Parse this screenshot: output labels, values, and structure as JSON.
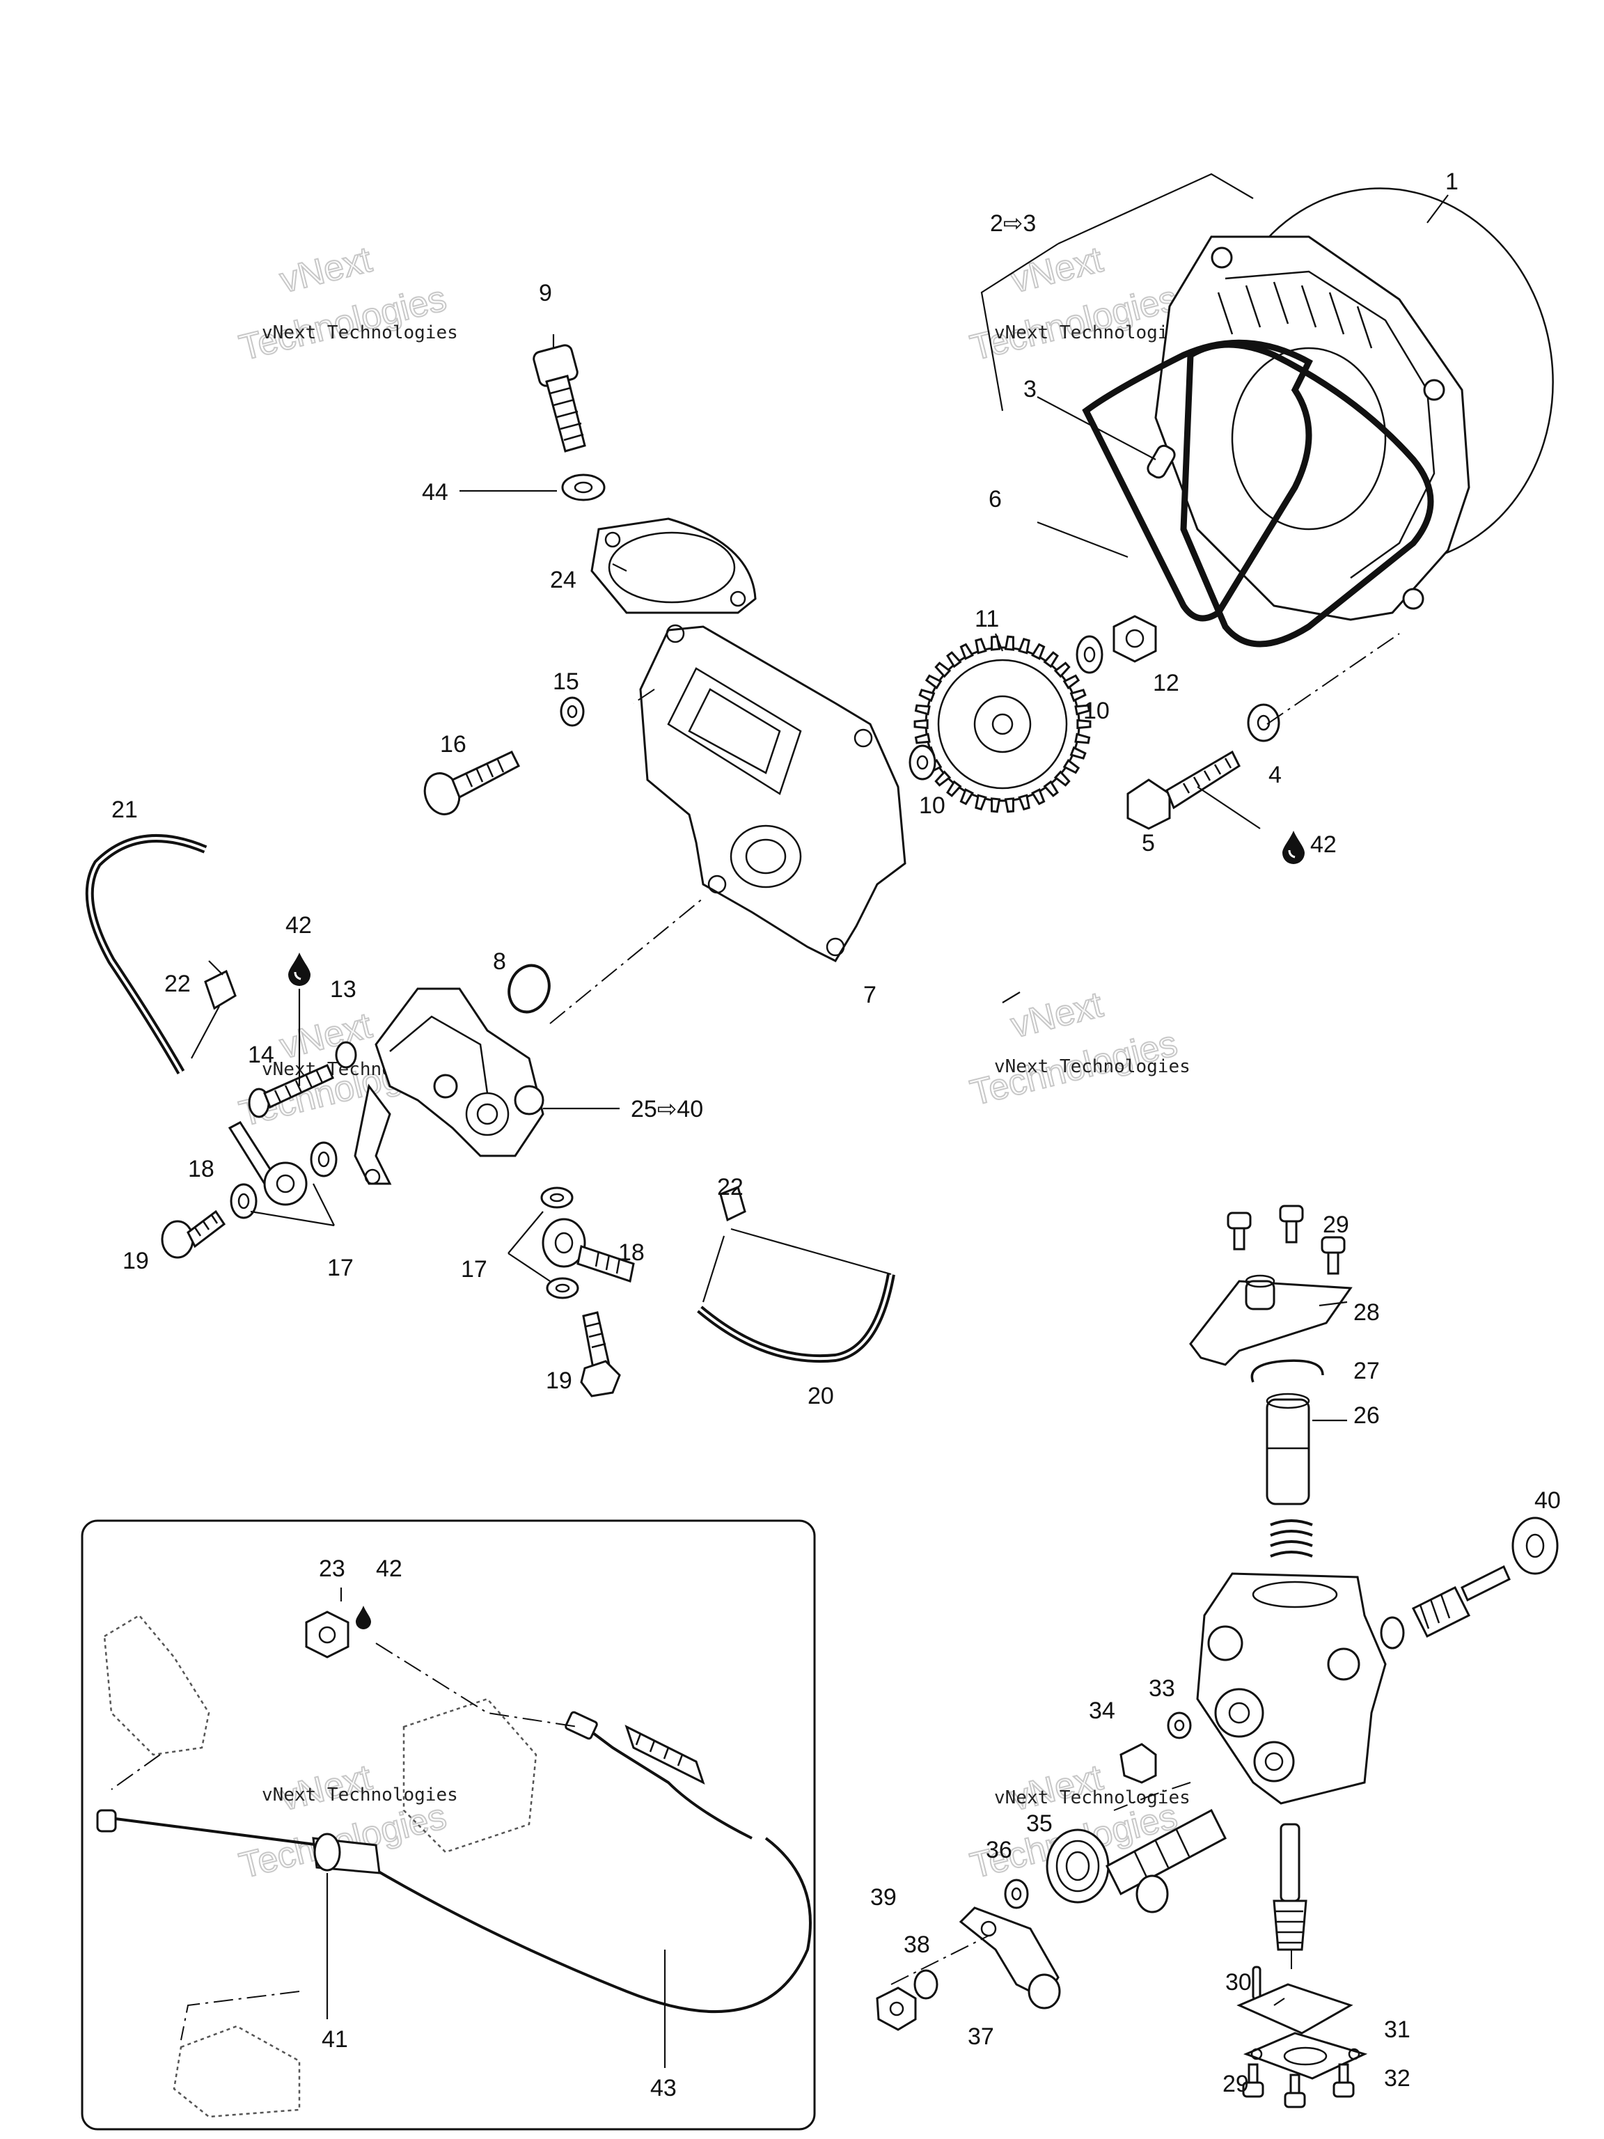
{
  "watermarks": [
    {
      "line1": "vNext",
      "line2": "Technologies",
      "small": "vNext Technologies"
    },
    {
      "line1": "vNext",
      "line2": "Technologies",
      "small": "vNext Technologies"
    },
    {
      "line1": "vNext",
      "line2": "Technologies",
      "small": "vNext Technologies"
    },
    {
      "line1": "vNext",
      "line2": "Technologies",
      "small": "vNext Technologies"
    },
    {
      "line1": "vNext",
      "line2": "Technologies",
      "small": "vNext Technologies"
    }
  ],
  "labels": {
    "l1": "1",
    "l2_3": "2⇨3",
    "l3": "3",
    "l4": "4",
    "l5": "5",
    "l6": "6",
    "l7": "7",
    "l8": "8",
    "l9": "9",
    "l10a": "10",
    "l10b": "10",
    "l11": "11",
    "l12": "12",
    "l13": "13",
    "l14": "14",
    "l15": "15",
    "l16": "16",
    "l17a": "17",
    "l17b": "17",
    "l18a": "18",
    "l18b": "18",
    "l19a": "19",
    "l19b": "19",
    "l20": "20",
    "l21": "21",
    "l22a": "22",
    "l22b": "22",
    "l23": "23",
    "l24": "24",
    "l25_40": "25⇨40",
    "l26": "26",
    "l27": "27",
    "l28": "28",
    "l29a": "29",
    "l29b": "29",
    "l30": "30",
    "l31": "31",
    "l32": "32",
    "l33": "33",
    "l34": "34",
    "l35": "35",
    "l36": "36",
    "l37": "37",
    "l38": "38",
    "l39": "39",
    "l40": "40",
    "l41": "41",
    "l42a": "42",
    "l42b": "42",
    "l42c": "42",
    "l43": "43",
    "l44": "44"
  },
  "icons": [
    "lubricant-drop-icon"
  ]
}
